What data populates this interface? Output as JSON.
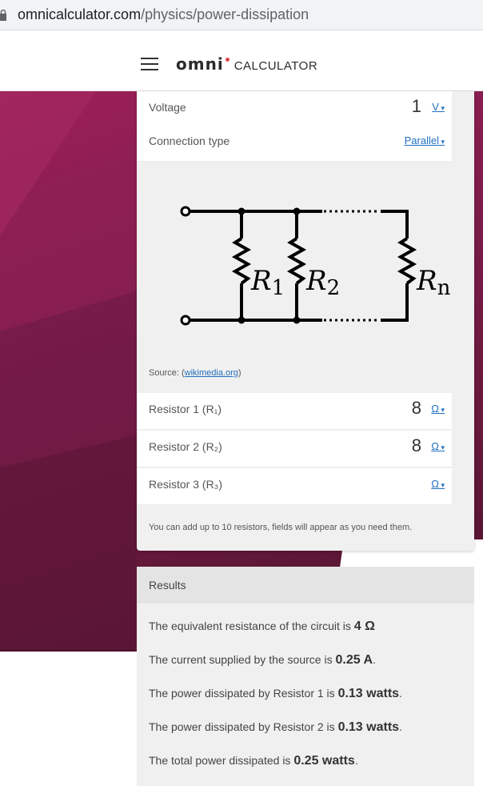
{
  "browser": {
    "url_domain": "omnicalculator.com",
    "url_path": "/physics/power-dissipation"
  },
  "header": {
    "logo_main": "omni",
    "logo_sub": "CALCULATOR"
  },
  "calculator": {
    "voltage": {
      "label": "Voltage",
      "value": "1",
      "unit": "V"
    },
    "connection": {
      "label": "Connection type",
      "value": "Parallel"
    },
    "diagram": {
      "r1": "R",
      "r1_sub": "1",
      "r2": "R",
      "r2_sub": "2",
      "rn": "R",
      "rn_sub": "n"
    },
    "source": {
      "prefix": "Source: (",
      "link": "wikimedia.org",
      "suffix": ")"
    },
    "resistors": [
      {
        "label": "Resistor 1 (R₁)",
        "value": "8",
        "unit": "Ω"
      },
      {
        "label": "Resistor 2 (R₂)",
        "value": "8",
        "unit": "Ω"
      },
      {
        "label": "Resistor 3 (R₃)",
        "value": "",
        "unit": "Ω"
      }
    ],
    "note": "You can add up to 10 resistors, fields will appear as you need them."
  },
  "results": {
    "title": "Results",
    "lines": [
      {
        "text": "The equivalent resistance of the circuit is ",
        "value": "4 Ω",
        "end": ""
      },
      {
        "text": "The current supplied by the source is ",
        "value": "0.25 A",
        "end": "."
      },
      {
        "text": "The power dissipated by Resistor 1 is ",
        "value": "0.13 watts",
        "end": "."
      },
      {
        "text": "The power dissipated by Resistor 2 is ",
        "value": "0.13 watts",
        "end": "."
      },
      {
        "text": "The total power dissipated is ",
        "value": "0.25 watts",
        "end": "."
      }
    ]
  }
}
